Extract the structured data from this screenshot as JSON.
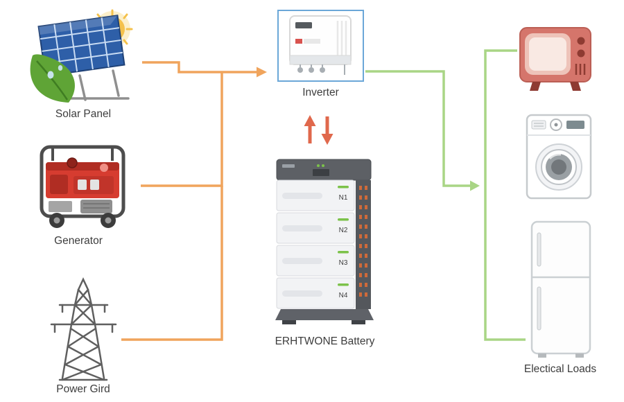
{
  "colors": {
    "source_arrow": "#f0a45c",
    "charge_arrow": "#e0684c",
    "load_arrow": "#a9d585",
    "inverter_border": "#6ba7d8",
    "label_text": "#3d3d3d"
  },
  "diagram": {
    "sources": [
      {
        "label": "Solar Panel",
        "icon": "solar-panel-icon"
      },
      {
        "label": "Generator",
        "icon": "generator-icon"
      },
      {
        "label": "Power Gird",
        "icon": "power-grid-icon"
      }
    ],
    "inverter": {
      "label": "Inverter",
      "icon": "inverter-icon"
    },
    "battery": {
      "label": "ERHTWONE Battery",
      "modules": [
        "N1",
        "N2",
        "N3",
        "N4"
      ],
      "icon": "battery-icon"
    },
    "loads": {
      "label": "Electical Loads",
      "icons": [
        "tv-icon",
        "washing-machine-icon",
        "refrigerator-icon"
      ]
    }
  }
}
